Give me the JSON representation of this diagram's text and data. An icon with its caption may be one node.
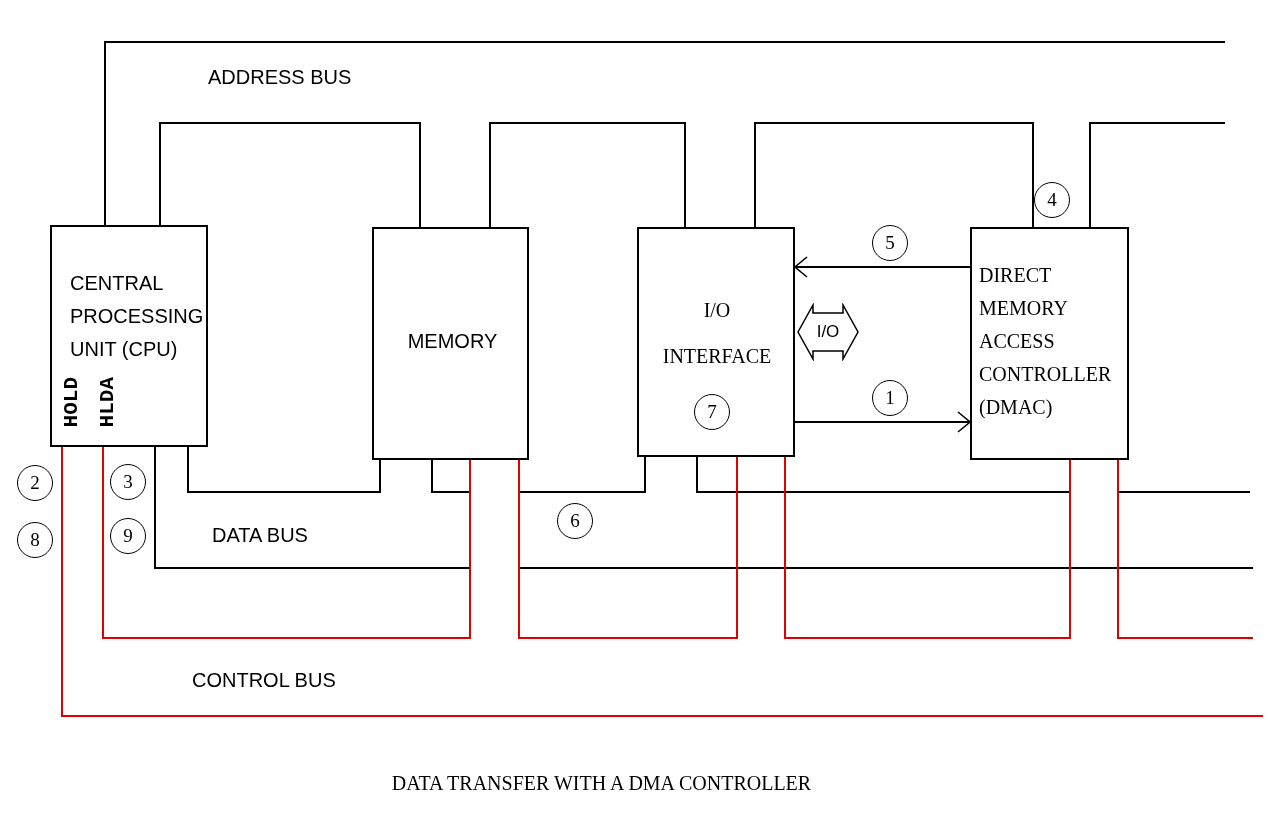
{
  "diagram": {
    "caption": "DATA TRANSFER WITH A DMA CONTROLLER",
    "nodes": [
      {
        "text": [
          "CENTRAL PROCESSING UNIT (CPU)",
          "HOLD",
          "HLDA"
        ]
      },
      {
        "text": [
          "MEMORY"
        ]
      },
      {
        "text": [
          "I/O INTERFACE",
          "7"
        ]
      },
      {
        "text": [
          "I/O"
        ]
      },
      {
        "text": [
          "DIRECT MEMORY ACCESS CONTROLLER (DMAC)"
        ]
      }
    ],
    "edges": [
      {
        "from": 4,
        "to": 2,
        "arrow": "to",
        "label": "5"
      },
      {
        "from": 2,
        "to": 4,
        "arrow": "to",
        "label": "1"
      },
      {
        "from": 0,
        "to": 1,
        "arrow": "none"
      },
      {
        "from": 1,
        "to": 2,
        "arrow": "none"
      },
      {
        "from": 2,
        "to": 4,
        "arrow": "none"
      },
      {
        "from": 0,
        "to": 1,
        "arrow": "none"
      },
      {
        "from": 0,
        "to": 1,
        "arrow": "none",
        "color": "#e00000"
      },
      {
        "from": 1,
        "to": 2,
        "arrow": "none",
        "color": "#e00000"
      },
      {
        "from": 2,
        "to": 4,
        "arrow": "none",
        "color": "#e00000"
      }
    ],
    "labels": [
      "ADDRESS BUS",
      "4",
      "2",
      "3",
      "6",
      "8",
      "9",
      "DATA BUS",
      "CONTROL BUS"
    ]
  }
}
